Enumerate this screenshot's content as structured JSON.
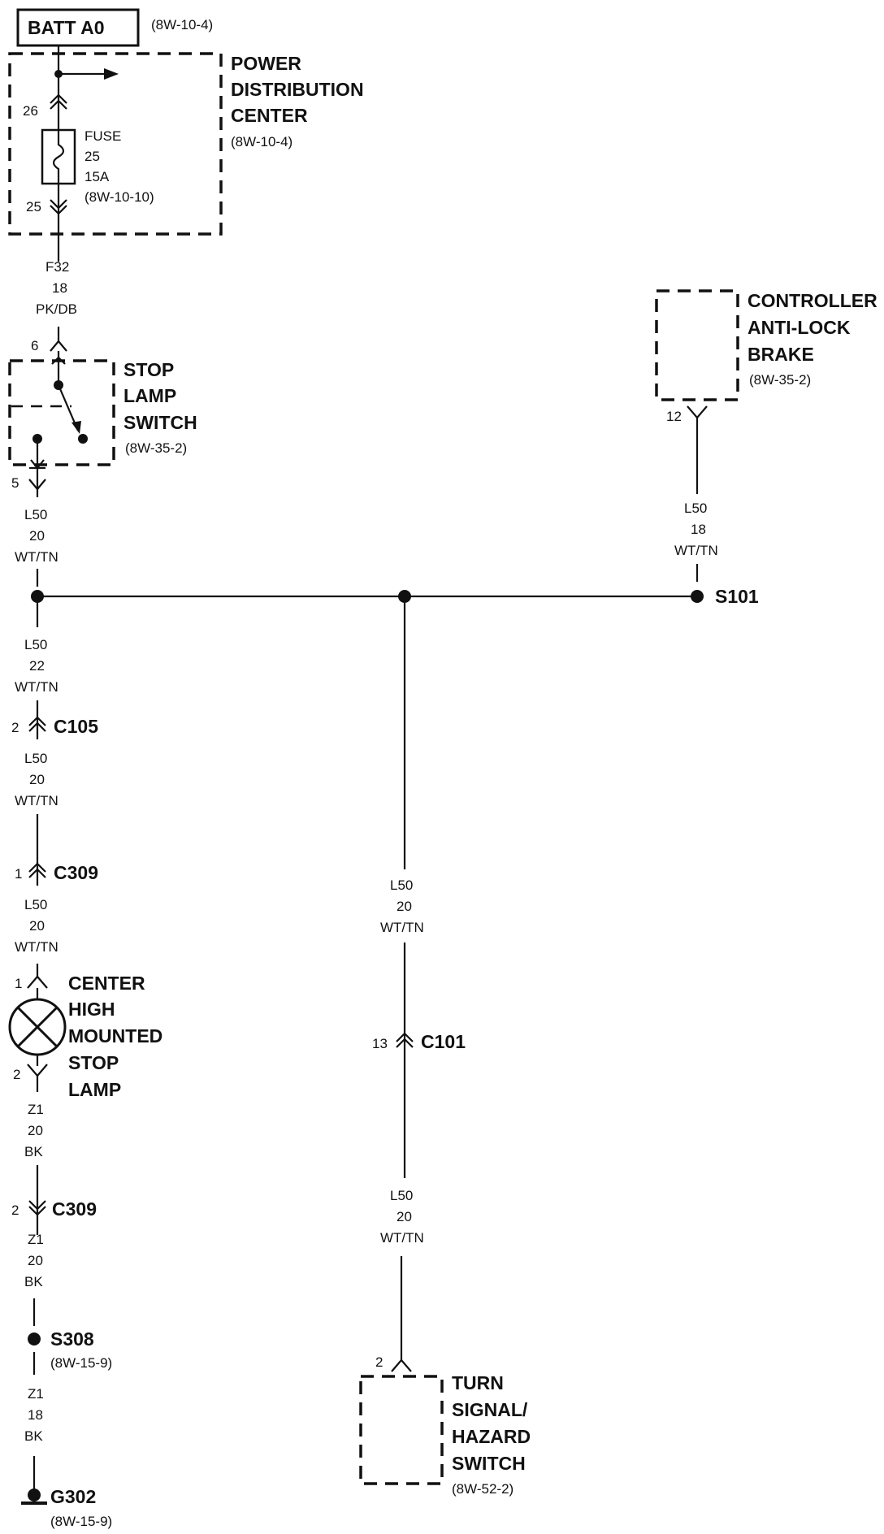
{
  "battery": {
    "label": "BATT A0",
    "ref": "(8W-10-4)"
  },
  "pdc": {
    "title": [
      "POWER",
      "DISTRIBUTION",
      "CENTER"
    ],
    "ref": "(8W-10-4)",
    "pin_in": "26",
    "pin_out": "25",
    "fuse": [
      "FUSE",
      "25",
      "15A",
      "(8W-10-10)"
    ]
  },
  "wire_f32": [
    "F32",
    "18",
    "PK/DB"
  ],
  "stop_lamp_switch": {
    "title": [
      "STOP",
      "LAMP",
      "SWITCH"
    ],
    "ref": "(8W-35-2)",
    "pin_in": "6",
    "pin_out": "5"
  },
  "wire_l50_a": [
    "L50",
    "20",
    "WT/TN"
  ],
  "controller": {
    "title": [
      "CONTROLLER",
      "ANTI-LOCK",
      "BRAKE"
    ],
    "ref": "(8W-35-2)",
    "pin": "12"
  },
  "wire_l50_b": [
    "L50",
    "18",
    "WT/TN"
  ],
  "splice_s101": "S101",
  "wire_l50_c": [
    "L50",
    "22",
    "WT/TN"
  ],
  "c105": {
    "pin": "2",
    "label": "C105"
  },
  "wire_l50_d": [
    "L50",
    "20",
    "WT/TN"
  ],
  "c309_top": {
    "pin": "1",
    "label": "C309"
  },
  "wire_l50_e": [
    "L50",
    "20",
    "WT/TN"
  ],
  "chmsl": {
    "title": [
      "CENTER",
      "HIGH",
      "MOUNTED",
      "STOP",
      "LAMP"
    ],
    "pin_in": "1",
    "pin_out": "2"
  },
  "wire_z1_a": [
    "Z1",
    "20",
    "BK"
  ],
  "c309_bottom": {
    "pin": "2",
    "label": "C309"
  },
  "wire_z1_b": [
    "Z1",
    "20",
    "BK"
  ],
  "splice_s308": {
    "label": "S308",
    "ref": "(8W-15-9)"
  },
  "wire_z1_c": [
    "Z1",
    "18",
    "BK"
  ],
  "ground_g302": {
    "label": "G302",
    "ref": "(8W-15-9)"
  },
  "wire_l50_f": [
    "L50",
    "20",
    "WT/TN"
  ],
  "c101": {
    "pin": "13",
    "label": "C101"
  },
  "wire_l50_g": [
    "L50",
    "20",
    "WT/TN"
  ],
  "turn_signal_switch": {
    "title": [
      "TURN",
      "SIGNAL/",
      "HAZARD",
      "SWITCH"
    ],
    "ref": "(8W-52-2)",
    "pin": "2"
  }
}
